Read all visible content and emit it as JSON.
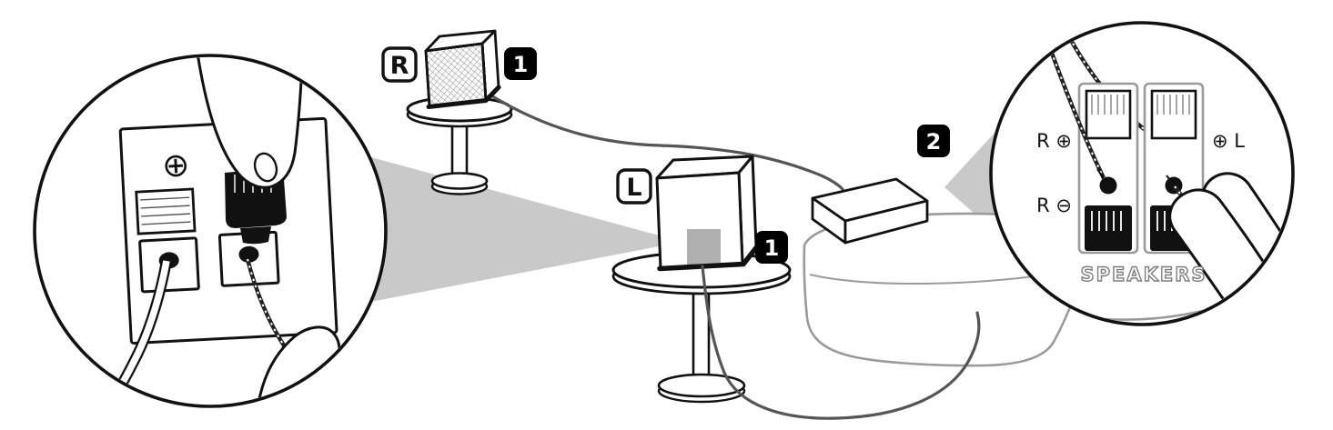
{
  "diagram": {
    "type": "speaker-connection-instructions",
    "colors": {
      "callout": "#c9c9c9",
      "badge_bg": "#000000",
      "badge_text": "#ffffff",
      "wire": "#555555",
      "terminal_panel_gray": "#b0b0b0"
    },
    "scene": {
      "right_speaker_label": "R",
      "left_speaker_label": "L",
      "right_speaker_step_badge": "1",
      "left_speaker_step_badge": "1",
      "main_unit_step_badge": "2"
    },
    "left_detail": {
      "polarity_plus_symbol": "⊕"
    },
    "right_detail": {
      "r_plus_label": "R ⊕",
      "r_minus_label": "R ⊖",
      "l_plus_label": "⊕ L",
      "panel_label": "SPEAKERS"
    }
  }
}
